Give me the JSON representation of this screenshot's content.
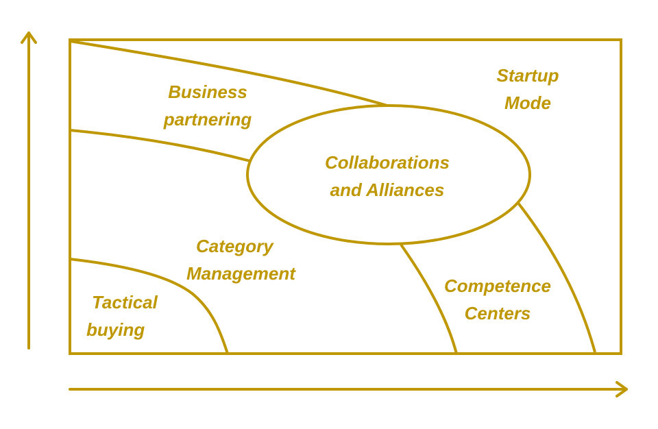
{
  "colors": {
    "stroke": "#BF9700",
    "text": "#BF9700",
    "background": "#FFFFFF"
  },
  "axes": {
    "x_arrow": "right-arrow-icon",
    "y_arrow": "up-arrow-icon"
  },
  "regions": {
    "business_partnering": {
      "line1": "Business",
      "line2": "partnering"
    },
    "startup_mode": {
      "line1": "Startup",
      "line2": "Mode"
    },
    "collaborations": {
      "line1": "Collaborations",
      "line2": "and Alliances"
    },
    "category_management": {
      "line1": "Category",
      "line2": "Management"
    },
    "competence_centers": {
      "line1": "Competence",
      "line2": "Centers"
    },
    "tactical_buying": {
      "line1": "Tactical",
      "line2": "buying"
    }
  }
}
